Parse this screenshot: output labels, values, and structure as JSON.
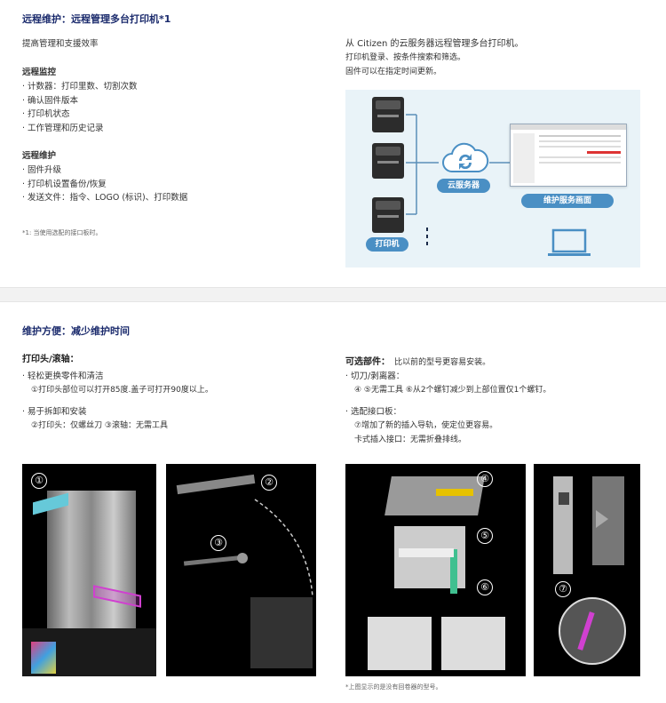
{
  "remote": {
    "title": "远程维护：远程管理多台打印机*1",
    "subtitle": "提高管理和支援效率",
    "monitor_heading": "远程监控",
    "monitor_items": [
      "计数器：打印里数、切割次数",
      "确认固件版本",
      "打印机状态",
      "工作管理和历史记录"
    ],
    "maint_heading": "远程维护",
    "maint_items": [
      "固件升级",
      "打印机设置备份/恢复",
      "发送文件：指令、LOGO (标识)、打印数据"
    ],
    "footnote": "*1: 当使用选配的接口板时。",
    "right_lines": [
      "从 Citizen 的云服务器远程管理多台打印机。",
      "打印机登录、按条件搜索和筛选。",
      "固件可以在指定时间更新。"
    ],
    "diagram": {
      "cloud_label": "云服务器",
      "screen_label": "维护服务画面",
      "printer_label": "打印机"
    }
  },
  "easy": {
    "title": "维护方便：减少维护时间",
    "left_heading": "打印头/滚轴：",
    "left_item1": "轻松更换零件和清洁",
    "left_item1_detail": "①打印头部位可以打开85度.盖子可打开90度以上。",
    "left_item2": "易于拆卸和安装",
    "left_item2_detail": "②打印头：仅螺丝刀 ③滚轴：无需工具",
    "right_heading": "可选部件：",
    "right_heading_note": "比以前的型号更容易安装。",
    "right_item1": "切刀/剥离器：",
    "right_item1_detail": "④ ⑤无需工具 ⑥从2个螺钉减少到上部位置仅1个螺钉。",
    "right_item2": "选配接口板：",
    "right_item2_detail1": "⑦增加了新的插入导轨，使定位更容易。",
    "right_item2_detail2": "卡式插入接口：无需折叠排线。",
    "photo_note": "*上图显示的是没有回卷器的型号。",
    "markers": [
      "①",
      "②",
      "③",
      "④",
      "⑤",
      "⑥",
      "⑦"
    ]
  }
}
